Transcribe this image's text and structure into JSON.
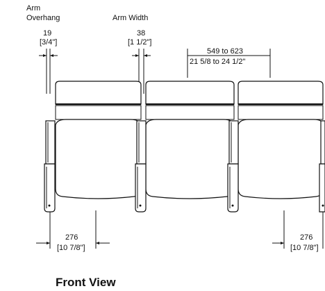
{
  "labels": {
    "arm_overhang_line1": "Arm",
    "arm_overhang_line2": "Overhang",
    "arm_overhang_mm": "19",
    "arm_overhang_in": "[3/4\"]",
    "arm_width_line1": "Arm Width",
    "arm_width_mm": "38",
    "arm_width_in": "[1 1/2\"]",
    "seat_width_mm": "549 to 623",
    "seat_width_in": "21 5/8 to 24 1/2\"",
    "left_offset_mm": "276",
    "left_offset_in": "[10 7/8\"]",
    "right_offset_mm": "276",
    "right_offset_in": "[10 7/8\"]",
    "view_title": "Front View"
  }
}
